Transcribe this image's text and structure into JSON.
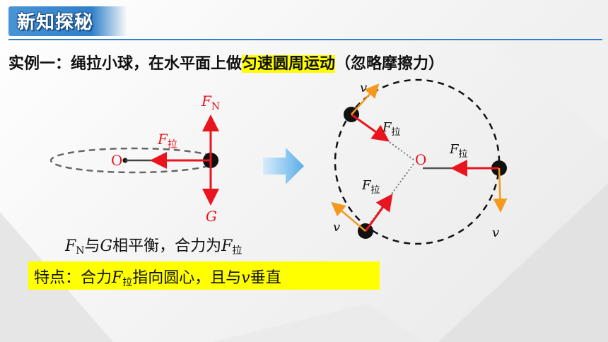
{
  "header": {
    "title": "新知探秘"
  },
  "example": {
    "prefix": "实例一：绳拉小球，在水平面上做",
    "highlight": "匀速圆周运动",
    "suffix": "（忽略摩擦力）"
  },
  "left_diagram": {
    "center_label": "O",
    "normal_force": {
      "symbol": "F",
      "sub": "N"
    },
    "tension": {
      "symbol": "F",
      "sub": "拉"
    },
    "gravity": "G"
  },
  "right_diagram": {
    "center_label": "O",
    "tension": {
      "symbol": "F",
      "sub": "拉"
    },
    "velocity": "v"
  },
  "summary": {
    "f": "F",
    "f_sub": "N",
    "with": "与",
    "g": "G",
    "balance": "相平衡，合力为",
    "fl": "F",
    "fl_sub": "拉"
  },
  "feature": {
    "lead": "特点：合力",
    "f": "F",
    "f_sub": "拉",
    "mid": "指向圆心，且与",
    "v": "v",
    "end": "垂直"
  },
  "colors": {
    "force": "#e8141e",
    "velocity": "#f39a1e",
    "title_blue": "#2f7fc9",
    "highlight": "#ffff00"
  }
}
